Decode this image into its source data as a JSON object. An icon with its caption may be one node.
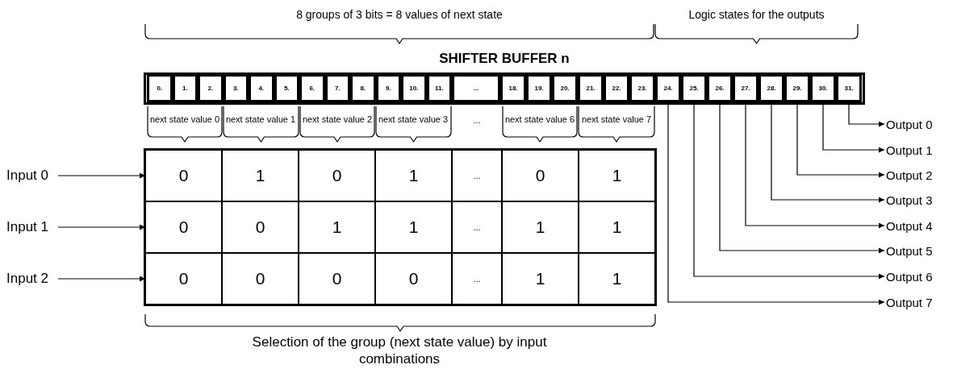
{
  "diagram": {
    "nodes": [
      {
        "text": [
          "SHIFTER BUFFER n"
        ]
      },
      {
        "text": [
          "0."
        ],
        "in": 0
      },
      {
        "text": [
          "1."
        ],
        "in": 0
      },
      {
        "text": [
          "2."
        ],
        "in": 0
      },
      {
        "text": [
          "3."
        ],
        "in": 0
      },
      {
        "text": [
          "4."
        ],
        "in": 0
      },
      {
        "text": [
          "5."
        ],
        "in": 0
      },
      {
        "text": [
          "6."
        ],
        "in": 0
      },
      {
        "text": [
          "7."
        ],
        "in": 0
      },
      {
        "text": [
          "8."
        ],
        "in": 0
      },
      {
        "text": [
          "9."
        ],
        "in": 0
      },
      {
        "text": [
          "10."
        ],
        "in": 0
      },
      {
        "text": [
          "11."
        ],
        "in": 0
      },
      {
        "text": [
          "..."
        ],
        "in": 0
      },
      {
        "text": [
          "18."
        ],
        "in": 0
      },
      {
        "text": [
          "19."
        ],
        "in": 0
      },
      {
        "text": [
          "20."
        ],
        "in": 0
      },
      {
        "text": [
          "21."
        ],
        "in": 0
      },
      {
        "text": [
          "22."
        ],
        "in": 0
      },
      {
        "text": [
          "23."
        ],
        "in": 0
      },
      {
        "text": [
          "24."
        ],
        "in": 0
      },
      {
        "text": [
          "25."
        ],
        "in": 0
      },
      {
        "text": [
          "26."
        ],
        "in": 0
      },
      {
        "text": [
          "27."
        ],
        "in": 0
      },
      {
        "text": [
          "28."
        ],
        "in": 0
      },
      {
        "text": [
          "29."
        ],
        "in": 0
      },
      {
        "text": [
          "30."
        ],
        "in": 0
      },
      {
        "text": [
          "31."
        ],
        "in": 0
      },
      {
        "text": [
          "Output 0"
        ]
      },
      {
        "text": [
          "Output 1"
        ]
      },
      {
        "text": [
          "Output 2"
        ]
      },
      {
        "text": [
          "Output 3"
        ]
      },
      {
        "text": [
          "Output 4"
        ]
      },
      {
        "text": [
          "Output 5"
        ]
      },
      {
        "text": [
          "Output 6"
        ]
      },
      {
        "text": [
          "Output 7"
        ]
      },
      {
        "text": [
          "Input 0"
        ]
      },
      {
        "text": [
          "Input 1"
        ]
      },
      {
        "text": [
          "Input 2"
        ]
      },
      {
        "text": [],
        "shape": "box"
      },
      {
        "text": [
          "0"
        ],
        "in": 39
      },
      {
        "text": [
          "1"
        ],
        "in": 39
      },
      {
        "text": [
          "0"
        ],
        "in": 39
      },
      {
        "text": [
          "1"
        ],
        "in": 39
      },
      {
        "text": [
          "..."
        ],
        "in": 39
      },
      {
        "text": [
          "0"
        ],
        "in": 39
      },
      {
        "text": [
          "1"
        ],
        "in": 39
      },
      {
        "text": [
          "0"
        ],
        "in": 39
      },
      {
        "text": [
          "0"
        ],
        "in": 39
      },
      {
        "text": [
          "1"
        ],
        "in": 39
      },
      {
        "text": [
          "1"
        ],
        "in": 39
      },
      {
        "text": [
          "..."
        ],
        "in": 39
      },
      {
        "text": [
          "1"
        ],
        "in": 39
      },
      {
        "text": [
          "1"
        ],
        "in": 39
      },
      {
        "text": [
          "0"
        ],
        "in": 39
      },
      {
        "text": [
          "0"
        ],
        "in": 39
      },
      {
        "text": [
          "0"
        ],
        "in": 39
      },
      {
        "text": [
          "0"
        ],
        "in": 39
      },
      {
        "text": [
          "..."
        ],
        "in": 39
      },
      {
        "text": [
          "1"
        ],
        "in": 39
      },
      {
        "text": [
          "1"
        ],
        "in": 39
      }
    ],
    "edges": [
      {
        "from": 27,
        "to": 28,
        "arrow": "to"
      },
      {
        "from": 26,
        "to": 29,
        "arrow": "to"
      },
      {
        "from": 25,
        "to": 30,
        "arrow": "to"
      },
      {
        "from": 24,
        "to": 31,
        "arrow": "to"
      },
      {
        "from": 23,
        "to": 32,
        "arrow": "to"
      },
      {
        "from": 22,
        "to": 33,
        "arrow": "to"
      },
      {
        "from": 21,
        "to": 34,
        "arrow": "to"
      },
      {
        "from": 20,
        "to": 35,
        "arrow": "to"
      },
      {
        "from": 36,
        "to": 40,
        "arrow": "to"
      },
      {
        "from": 37,
        "to": 47,
        "arrow": "to"
      },
      {
        "from": 38,
        "to": 54,
        "arrow": "to"
      }
    ],
    "labels": [
      "8 groups of 3 bits = 8 values of next state",
      "Logic states for the outputs",
      "next state value 0",
      "next state value 1",
      "next state value 2",
      "next state value 3",
      "...",
      "next state value 6",
      "next state value 7",
      "Selection of the group (next state value) by input combinations"
    ]
  }
}
